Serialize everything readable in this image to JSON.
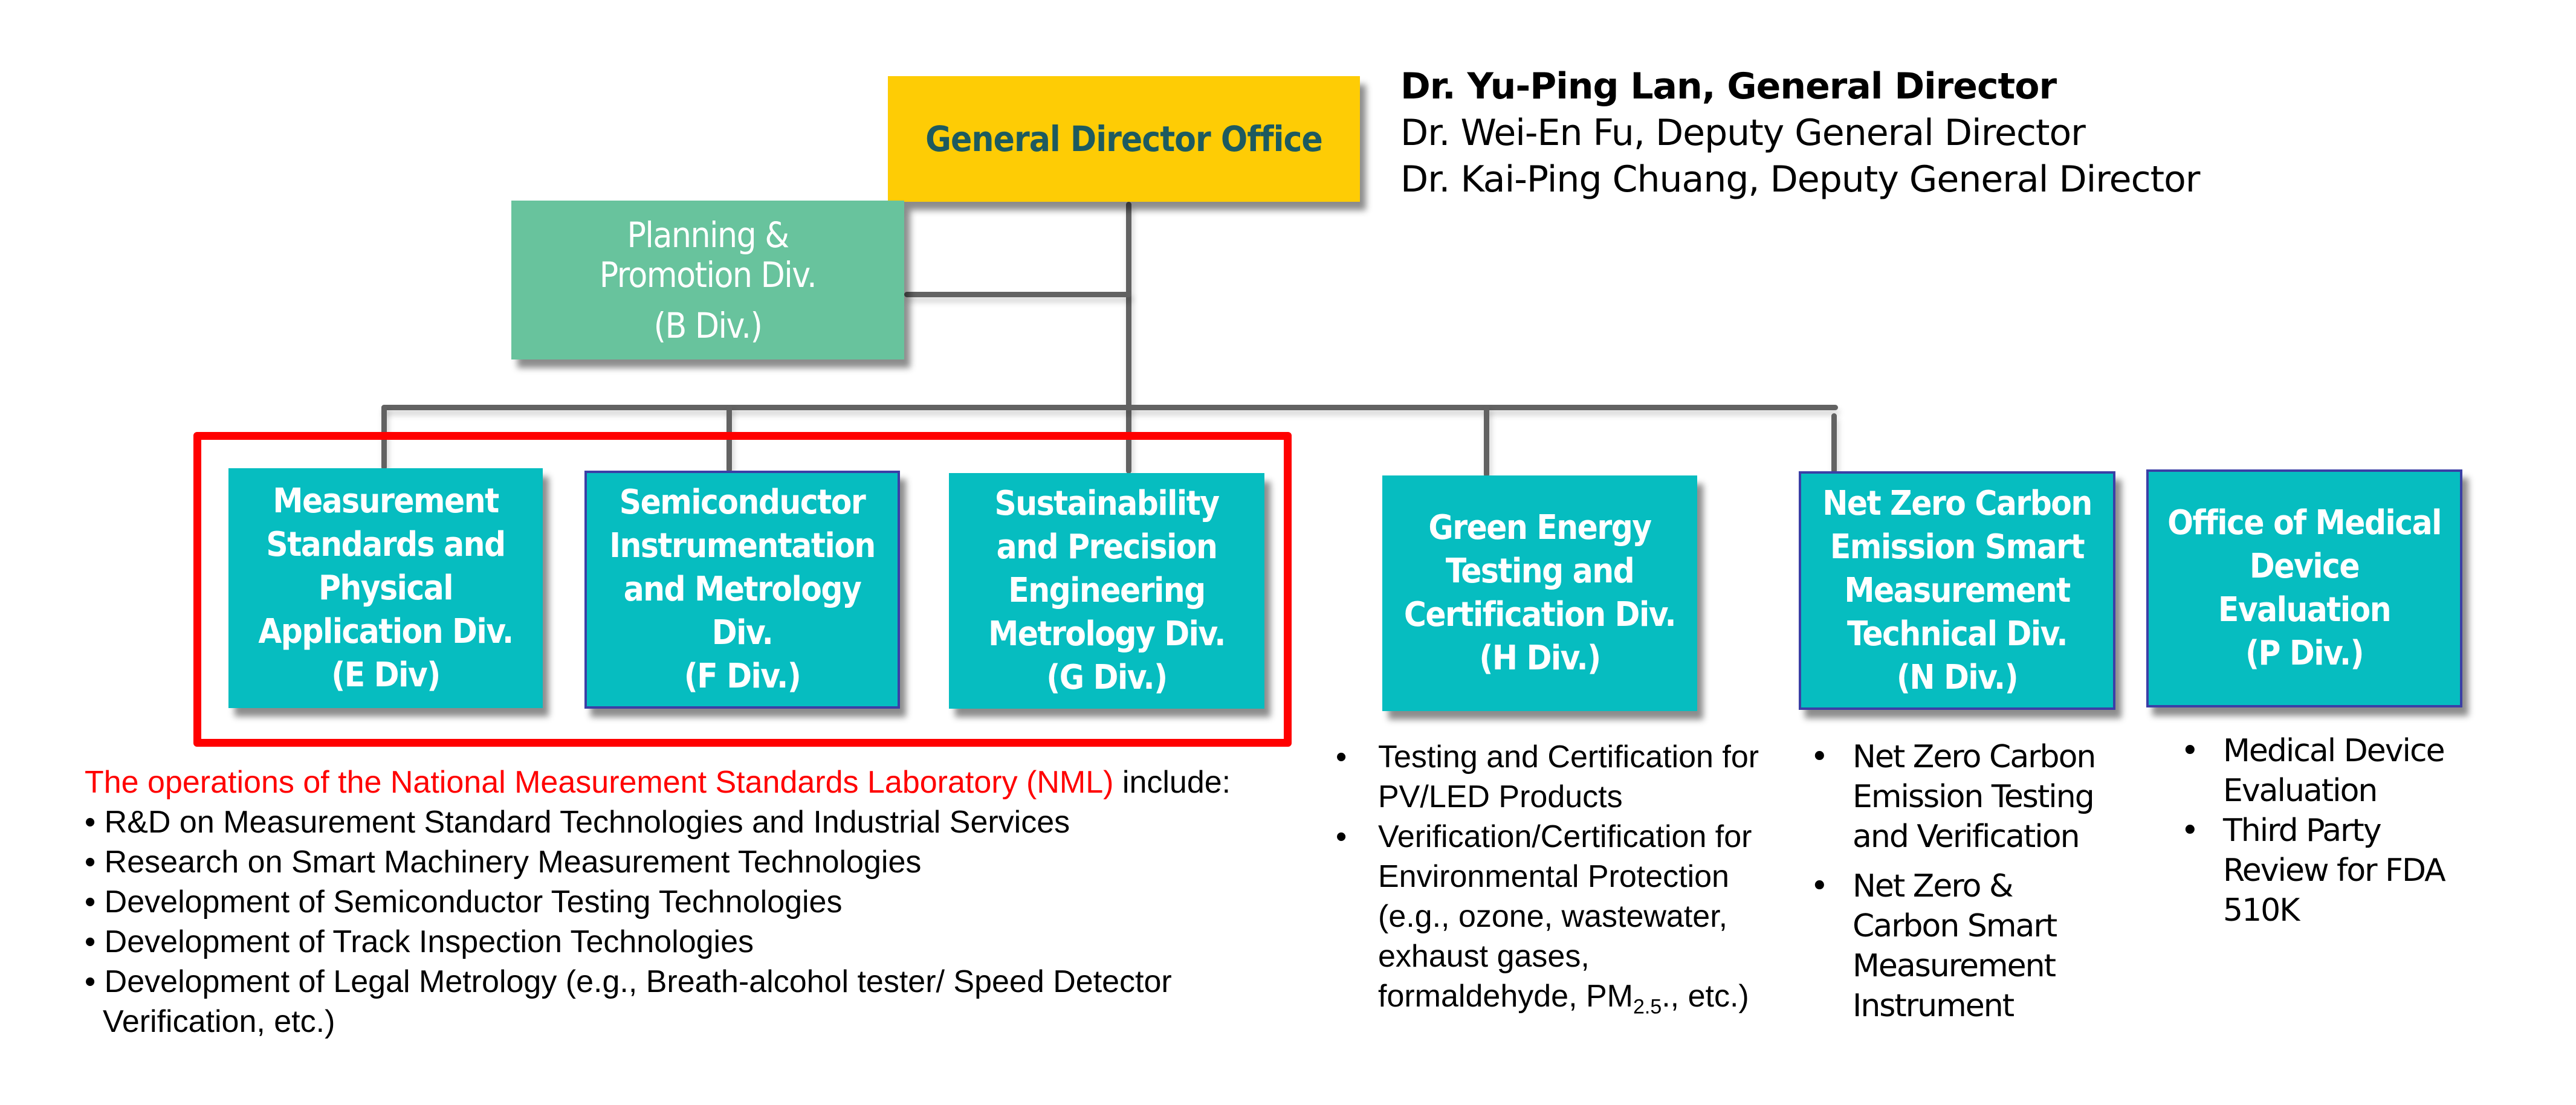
{
  "general_director_office": {
    "label": "General Director Office",
    "color": "#fecc05",
    "text_color": "#1d5a5f"
  },
  "directors": {
    "general_director": "Dr. Yu-Ping Lan, General Director",
    "deputy_1": "Dr. Wei-En Fu, Deputy General Director",
    "deputy_2": "Dr. Kai-Ping Chuang, Deputy General Director"
  },
  "planning_division": {
    "lines": [
      "Planning &",
      "Promotion Div."
    ],
    "code": "(B Div.)",
    "color": "#68c39d"
  },
  "divisions": [
    {
      "id": "E",
      "lines": [
        "Measurement",
        "Standards and",
        "Physical",
        "Application Div."
      ],
      "code": "(E Div)"
    },
    {
      "id": "F",
      "lines": [
        "Semiconductor",
        "Instrumentation",
        "and Metrology",
        "Div."
      ],
      "code": "(F Div.)"
    },
    {
      "id": "G",
      "lines": [
        "Sustainability",
        "and Precision",
        "Engineering",
        "Metrology Div."
      ],
      "code": "(G Div.)"
    },
    {
      "id": "H",
      "lines": [
        "Green Energy",
        "Testing and",
        "Certification Div."
      ],
      "code": "(H Div.)"
    },
    {
      "id": "N",
      "lines": [
        "Net Zero Carbon",
        "Emission Smart",
        "Measurement",
        "Technical Div."
      ],
      "code": "(N Div.)"
    },
    {
      "id": "P",
      "lines": [
        "Office of Medical",
        "Device",
        "Evaluation"
      ],
      "code": "(P Div.)"
    }
  ],
  "colors": {
    "division_fill": "#06bdc0",
    "division_border": "#3b3fa6",
    "connector": "#626262",
    "highlight_frame": "#ff0000"
  },
  "nml": {
    "intro_highlight": "The operations of the National Measurement Standards Laboratory (NML)",
    "intro_rest": " include:",
    "bullet": "•",
    "items": [
      "R&D on Measurement Standard Technologies and Industrial Services",
      "Research on Smart Machinery Measurement Technologies",
      "Development of Semiconductor Testing Technologies",
      "Development of Track Inspection Technologies",
      "Development of Legal Metrology (e.g., Breath-alcohol tester/ Speed Detector"
    ],
    "item_continuation": "Verification, etc.)"
  },
  "h_bullets": {
    "bullet": "•",
    "items": [
      [
        "Testing and Certification for",
        "PV/LED Products"
      ],
      [
        "Verification/Certification for",
        "Environmental Protection",
        "(e.g., ozone, wastewater,",
        "exhaust gases,",
        "formaldehyde, PM"
      ]
    ],
    "pm_subscript": "2.5",
    "pm_suffix": "., etc.)"
  },
  "n_bullets": {
    "bullet": "•",
    "items": [
      [
        "Net Zero Carbon",
        "Emission Testing",
        "and Verification"
      ],
      [
        "Net Zero &",
        "Carbon Smart",
        "Measurement",
        "Instrument"
      ]
    ]
  },
  "p_bullets": {
    "bullet": "•",
    "items": [
      [
        "Medical Device",
        "Evaluation"
      ],
      [
        "Third Party",
        "Review for FDA",
        "510K"
      ]
    ]
  }
}
